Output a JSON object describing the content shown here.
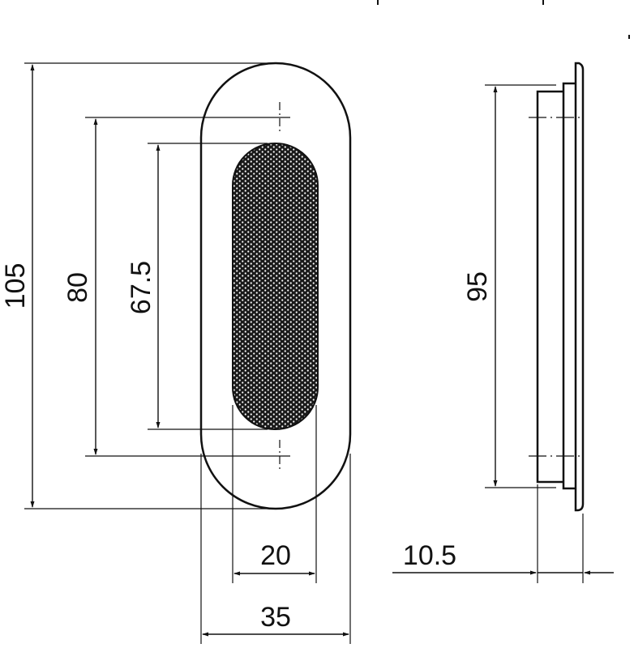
{
  "drawing": {
    "front_view": {
      "dimensions": {
        "overall_height": "105",
        "hole_spacing": "80",
        "grip_height": "67.5",
        "grip_width": "20",
        "overall_width": "35"
      }
    },
    "side_view": {
      "dimensions": {
        "body_height": "95",
        "depth": "10.5"
      }
    },
    "colors": {
      "line": "#111111",
      "mesh": "#1a1a1a",
      "background": "#ffffff"
    }
  }
}
